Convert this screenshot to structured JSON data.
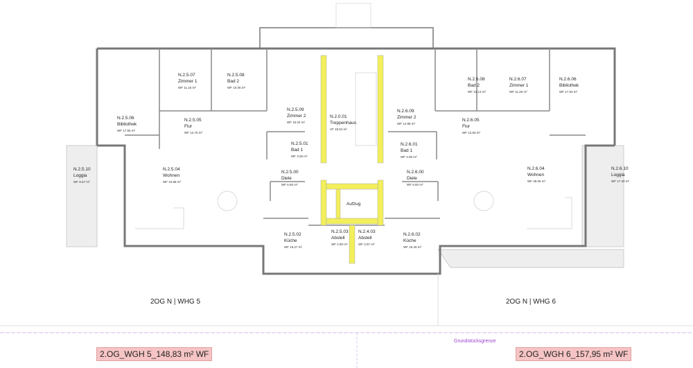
{
  "rooms": {
    "r2507": {
      "id": "N.2.5.07",
      "name": "Zimmer 1",
      "area": "WF 11.15 m²"
    },
    "r2508": {
      "id": "N.2.5.08",
      "name": "Bad 2",
      "area": "WF 10.06 m²"
    },
    "r2506": {
      "id": "N.2.5.06",
      "name": "Bibliothek",
      "area": "WF 17.55 m²"
    },
    "r2505": {
      "id": "N.2.5.05",
      "name": "Flur",
      "area": "WF 12.70 m²"
    },
    "r2509": {
      "id": "N.2.5.09",
      "name": "Zimmer 2",
      "area": "WF 15.04 m²"
    },
    "r2001": {
      "id": "N.2.0.01",
      "name": "Treppenhaus",
      "area": "VF 18.54 m²"
    },
    "r2501": {
      "id": "N.2.5.01",
      "name": "Bad 1",
      "area": "WF 3.06 m²"
    },
    "r2500": {
      "id": "N.2.5.00",
      "name": "Diele",
      "area": "WF 6.60 m²"
    },
    "r2510": {
      "id": "N.2.5.10",
      "name": "Loggia",
      "area": "WF 9.57 m²"
    },
    "r2504": {
      "id": "N.2.5.04",
      "name": "Wohnen",
      "area": "WF 43.88 m²"
    },
    "r2502": {
      "id": "N.2.5.02",
      "name": "Küche",
      "area": "WF 16.27 m²"
    },
    "r2503": {
      "id": "N.2.5.03",
      "name": "Abstell",
      "area": "WF 2.90 m²"
    },
    "r2403": {
      "id": "N.2.4.03",
      "name": "Abstell",
      "area": "WF 2.97 m²"
    },
    "aufzug": {
      "name": "Aufzug"
    },
    "r2609": {
      "id": "N.2.6.09",
      "name": "Zimmer 2",
      "area": "WF 14.88 m²"
    },
    "r2608": {
      "id": "N.2.6.08",
      "name": "Bad 2",
      "area": "WF 10.13 m²"
    },
    "r2607": {
      "id": "N.2.6.07",
      "name": "Zimmer 1",
      "area": "WF 11.26 m²"
    },
    "r2606": {
      "id": "N.2.6.06",
      "name": "Bibliothek",
      "area": "WF 17.83 m²"
    },
    "r2605": {
      "id": "N.2.6.05",
      "name": "Flur",
      "area": "WF 12.60 m²"
    },
    "r2601": {
      "id": "N.2.6.01",
      "name": "Bad 1",
      "area": "WF 3.06 m²"
    },
    "r2600": {
      "id": "N.2.6.00",
      "name": "Diele",
      "area": "WF 6.60 m²"
    },
    "r2604": {
      "id": "N.2.6.04",
      "name": "Wohnen",
      "area": "WF 45.06 m²"
    },
    "r2610": {
      "id": "N.2.6.10",
      "name": "Loggia",
      "area": "WF 17.30 m²"
    },
    "r2602": {
      "id": "N.2.6.02",
      "name": "Küche",
      "area": "WF 16.26 m²"
    }
  },
  "labels": {
    "whg5": "2OG N | WHG 5",
    "whg6": "2OG N | WHG 6",
    "boundary": "Grundstücksgrenze",
    "total5": "2.OG_WGH 5_148,83 m² WF",
    "total6": "2.OG_WGH 6_157,95 m² WF"
  },
  "colors": {
    "core": "#f2ef5a",
    "boundary": "#9b3fd0",
    "highlight": "#f6c4c4"
  }
}
